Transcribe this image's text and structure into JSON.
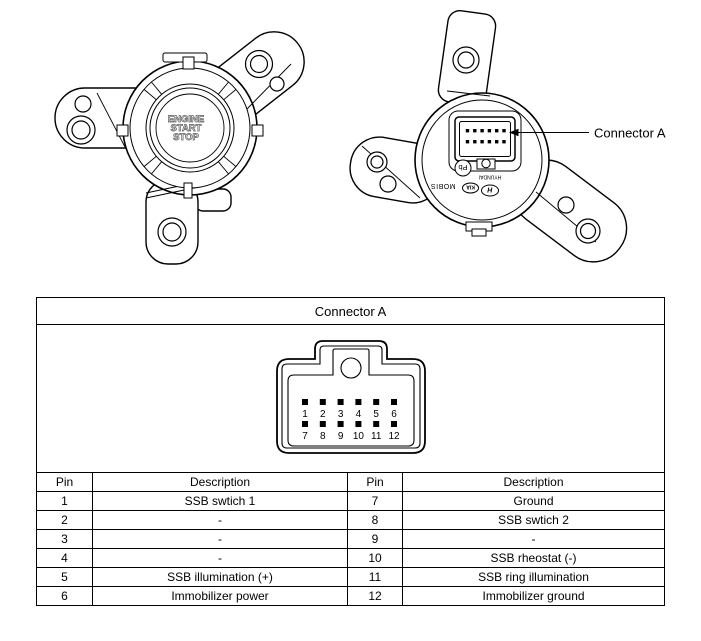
{
  "front_view": {
    "button_lines": [
      "ENGINE",
      "START",
      "STOP"
    ]
  },
  "back_view": {
    "callout_label": "Connector A",
    "pb_label": "Pb",
    "mobis_label": "MOBIS",
    "hyundai_label": "HYUNDAI",
    "kia_logo": "KIA",
    "hyundai_logo": "H"
  },
  "connector_table": {
    "title": "Connector A",
    "pins_row1": [
      "1",
      "2",
      "3",
      "4",
      "5",
      "6"
    ],
    "pins_row2": [
      "7",
      "8",
      "9",
      "10",
      "11",
      "12"
    ],
    "header": [
      "Pin",
      "Description",
      "Pin",
      "Description"
    ],
    "rows": [
      {
        "pin_l": "1",
        "desc_l": "SSB swtich 1",
        "pin_r": "7",
        "desc_r": "Ground"
      },
      {
        "pin_l": "2",
        "desc_l": "-",
        "pin_r": "8",
        "desc_r": "SSB swtich 2"
      },
      {
        "pin_l": "3",
        "desc_l": "-",
        "pin_r": "9",
        "desc_r": "-"
      },
      {
        "pin_l": "4",
        "desc_l": "-",
        "pin_r": "10",
        "desc_r": "SSB rheostat (-)"
      },
      {
        "pin_l": "5",
        "desc_l": "SSB illumination (+)",
        "pin_r": "11",
        "desc_r": "SSB ring illumination"
      },
      {
        "pin_l": "6",
        "desc_l": "Immobilizer power",
        "pin_r": "12",
        "desc_r": "Immobilizer ground"
      }
    ]
  },
  "colors": {
    "line": "#000000",
    "background": "#ffffff"
  }
}
